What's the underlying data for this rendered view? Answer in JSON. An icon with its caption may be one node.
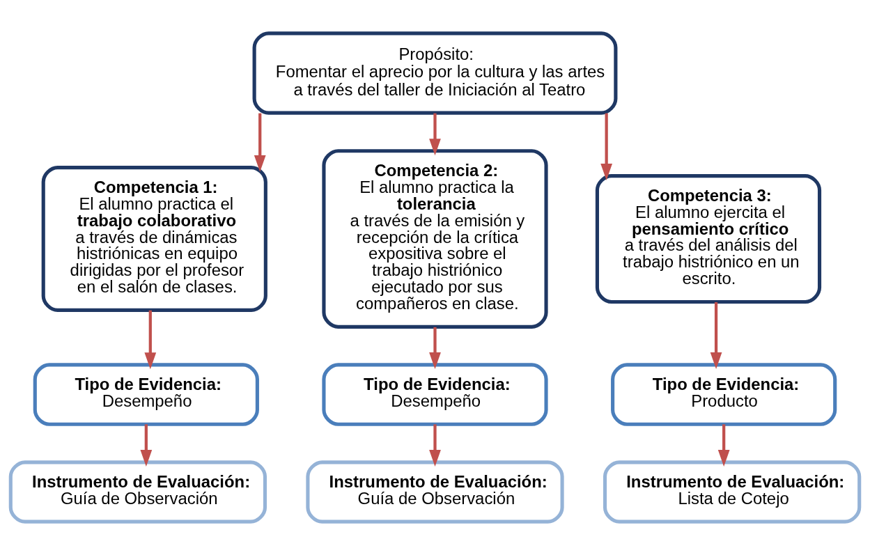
{
  "diagram": {
    "nodes": [
      {
        "text": [
          "Propósito:",
          "Fomentar el aprecio por la cultura y las artes a través del taller de Iniciación al Teatro"
        ]
      },
      {
        "text": [
          "Competencia 1:",
          "El alumno practica el **trabajo colaborativo** a través de dinámicas histriónicas en equipo dirigidas por el profesor en el salón de clases."
        ]
      },
      {
        "text": [
          "Competencia 2:",
          "El alumno practica la **tolerancia** a través de la emisión y recepción de la crítica expositiva sobre el trabajo histriónico ejecutado por sus compañeros en clase."
        ]
      },
      {
        "text": [
          "Competencia 3:",
          "El alumno ejercita el **pensamiento crítico** a través del análisis del trabajo histriónico en un escrito."
        ]
      },
      {
        "text": [
          "Tipo de Evidencia:",
          "Desempeño"
        ]
      },
      {
        "text": [
          "Tipo de Evidencia:",
          "Desempeño"
        ]
      },
      {
        "text": [
          "Tipo de Evidencia:",
          "Producto"
        ]
      },
      {
        "text": [
          "Instrumento de Evaluación:",
          "Guía de Observación"
        ]
      },
      {
        "text": [
          "Instrumento de Evaluación:",
          "Guía de Observación"
        ]
      },
      {
        "text": [
          "Instrumento de Evaluación:",
          "Lista de Cotejo"
        ]
      }
    ],
    "edges": [
      {
        "from": 0,
        "to": 1,
        "arrow": "to"
      },
      {
        "from": 0,
        "to": 2,
        "arrow": "to"
      },
      {
        "from": 0,
        "to": 3,
        "arrow": "to"
      },
      {
        "from": 1,
        "to": 4,
        "arrow": "to"
      },
      {
        "from": 2,
        "to": 5,
        "arrow": "to"
      },
      {
        "from": 3,
        "to": 6,
        "arrow": "to"
      },
      {
        "from": 4,
        "to": 7,
        "arrow": "to"
      },
      {
        "from": 5,
        "to": 8,
        "arrow": "to"
      },
      {
        "from": 6,
        "to": 9,
        "arrow": "to"
      }
    ]
  }
}
